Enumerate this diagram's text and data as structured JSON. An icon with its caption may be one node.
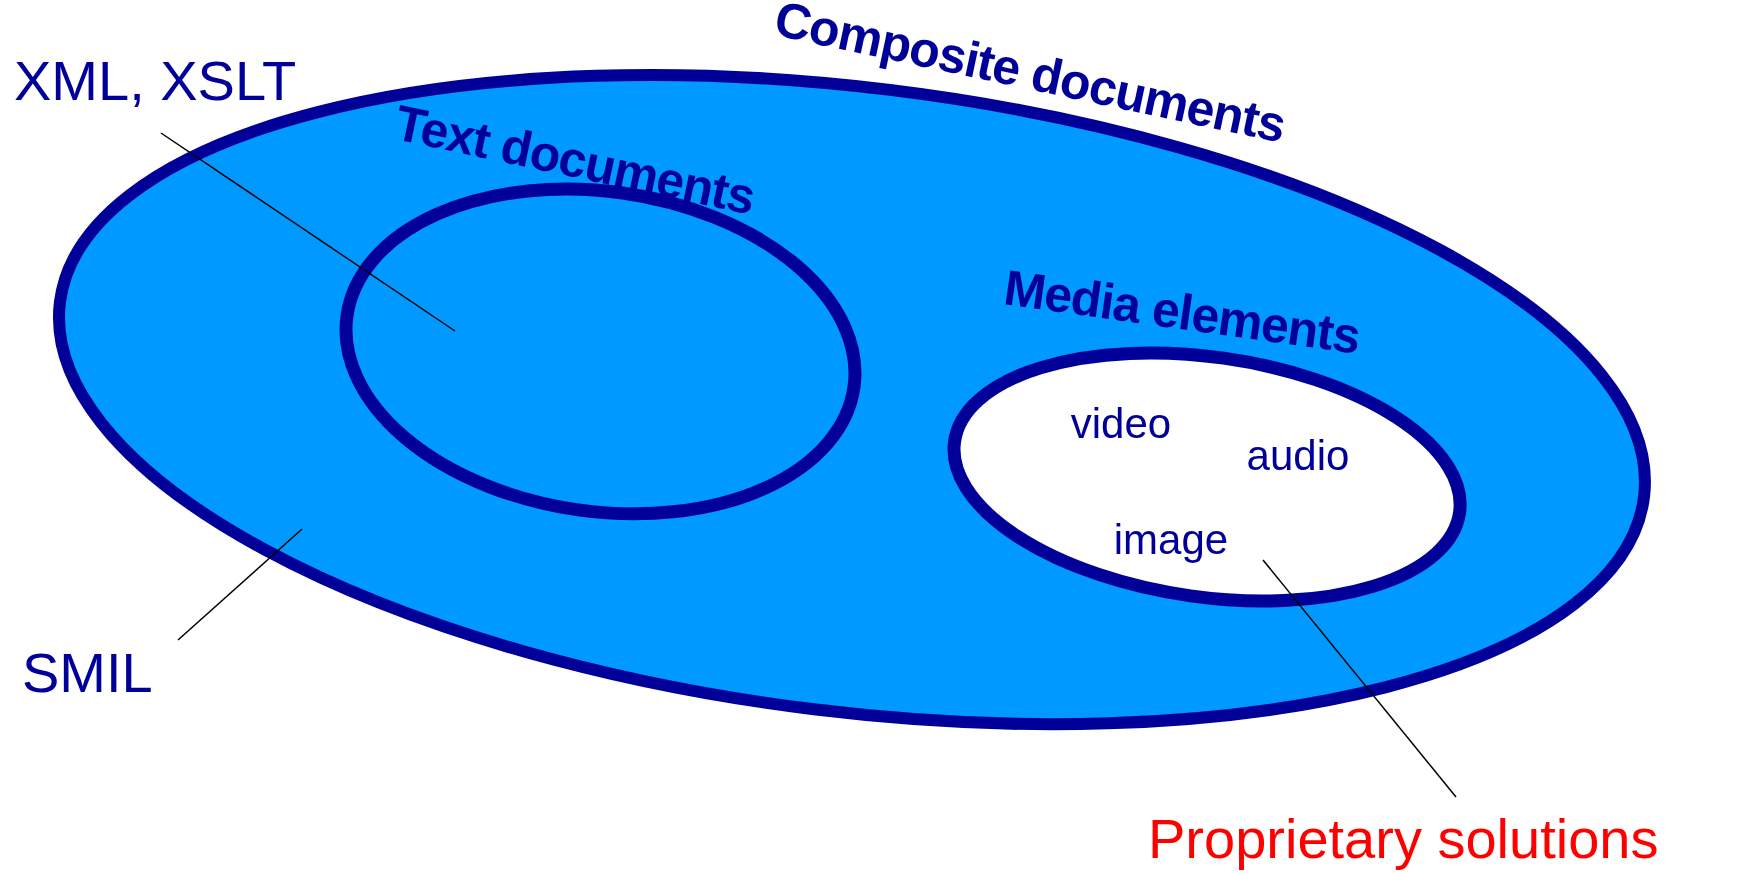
{
  "diagram": {
    "nodes": [
      {
        "text": [
          "Composite documents"
        ]
      },
      {
        "text": [
          "Text documents"
        ],
        "in": 0
      },
      {
        "text": [
          "Media elements",
          "video",
          "audio",
          "image"
        ],
        "in": 0
      },
      {
        "text": [
          "XML, XSLT"
        ]
      },
      {
        "text": [
          "SMIL"
        ]
      },
      {
        "text": [
          "Proprietary solutions"
        ]
      }
    ],
    "edges": [
      {
        "from": 3,
        "to": 1,
        "arrow": "none"
      },
      {
        "from": 4,
        "to": 0,
        "arrow": "none"
      },
      {
        "from": 5,
        "to": 2,
        "arrow": "none"
      }
    ]
  }
}
